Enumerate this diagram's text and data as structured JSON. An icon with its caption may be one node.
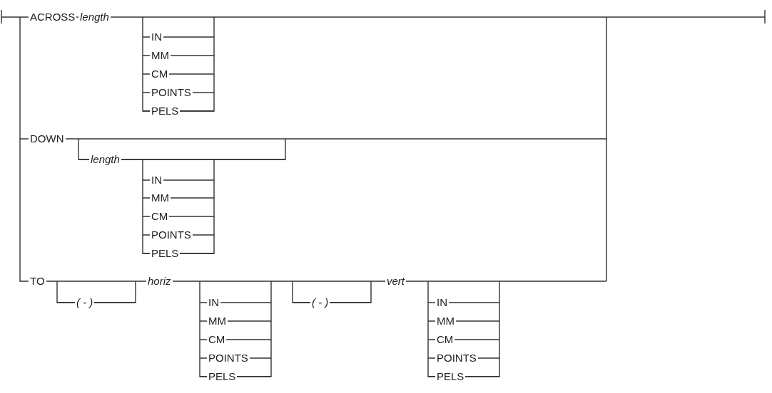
{
  "diagram": {
    "labels": [
      "ACROSS",
      "length",
      "IN",
      "MM",
      "CM",
      "POINTS",
      "PELS",
      "DOWN",
      "length",
      "IN",
      "MM",
      "CM",
      "POINTS",
      "PELS",
      "TO",
      "( - )",
      "horiz",
      "IN",
      "MM",
      "CM",
      "POINTS",
      "PELS",
      "( - )",
      "vert",
      "IN",
      "MM",
      "CM",
      "POINTS",
      "PELS"
    ]
  }
}
